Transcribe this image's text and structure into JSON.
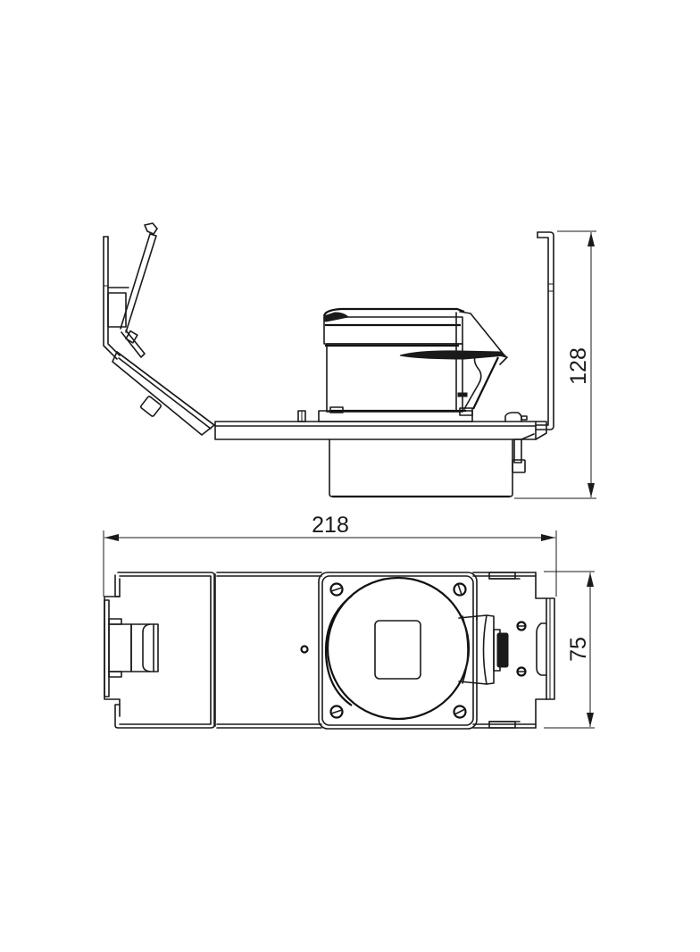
{
  "drawing": {
    "views": [
      {
        "name": "side-view",
        "description": "Side elevation of floor box insert with hinged lid open"
      },
      {
        "name": "top-view",
        "description": "Plan view with socket outlet and hinged cover"
      }
    ],
    "dimensions": {
      "height": {
        "value": "128",
        "orientation": "vertical"
      },
      "length": {
        "value": "218",
        "orientation": "horizontal"
      },
      "width": {
        "value": "75",
        "orientation": "vertical"
      }
    },
    "colors": {
      "line": "#1a1a1a",
      "background": "#ffffff"
    }
  }
}
